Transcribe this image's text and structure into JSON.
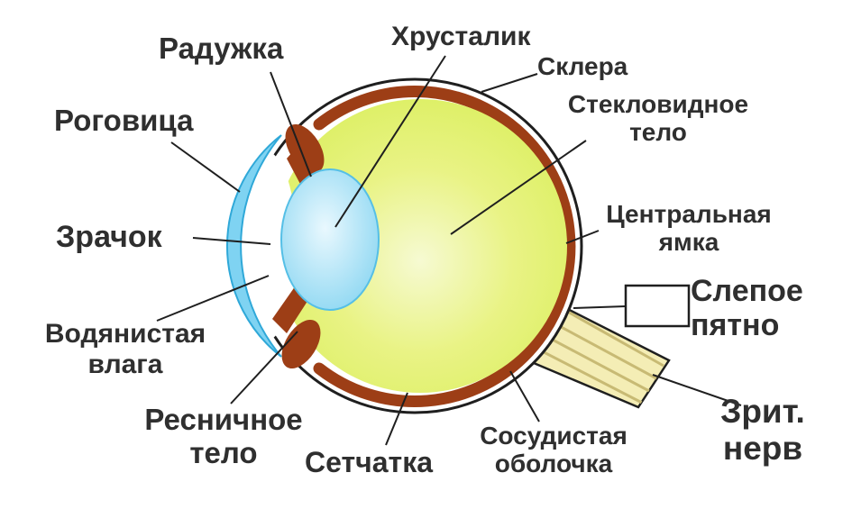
{
  "labels": {
    "iris": {
      "lines": [
        "Радужка"
      ]
    },
    "lens": {
      "lines": [
        "Хрусталик"
      ]
    },
    "sclera": {
      "lines": [
        "Склера"
      ]
    },
    "vitreous_body": {
      "lines": [
        "Стекловидное",
        "тело"
      ]
    },
    "cornea": {
      "lines": [
        "Роговица"
      ]
    },
    "pupil": {
      "lines": [
        "Зрачок"
      ]
    },
    "fovea": {
      "lines": [
        "Центральная",
        "ямка"
      ]
    },
    "blind_spot": {
      "lines": [
        "Слепое",
        "пятно"
      ]
    },
    "aqueous_humor": {
      "lines": [
        "Водянистая",
        "влага"
      ]
    },
    "ciliary_body": {
      "lines": [
        "Ресничное",
        "тело"
      ]
    },
    "retina": {
      "lines": [
        "Сетчатка"
      ]
    },
    "choroid": {
      "lines": [
        "Сосудистая",
        "оболочка"
      ]
    },
    "optic_nerve": {
      "lines": [
        "Зрит.",
        "нерв"
      ]
    }
  },
  "colors": {
    "background": "#ffffff",
    "outline": "#1f1f1f",
    "label_text": "#2f2f2f",
    "choroid_layer": "#9d3e16",
    "vitreous_center": "#f6fad2",
    "vitreous_mid": "#e9f385",
    "vitreous_edge": "#d7ee55",
    "cornea_fill": "#7fd3f2",
    "cornea_stroke": "#2fa8d8",
    "lens_center": "#e9f8fe",
    "lens_edge": "#7fd2f0",
    "lens_stroke": "#55bfe6",
    "nerve_fill": "#f4edb5",
    "nerve_stripe": "#c8ba74",
    "blind_spot_fill": "#ffffff"
  }
}
